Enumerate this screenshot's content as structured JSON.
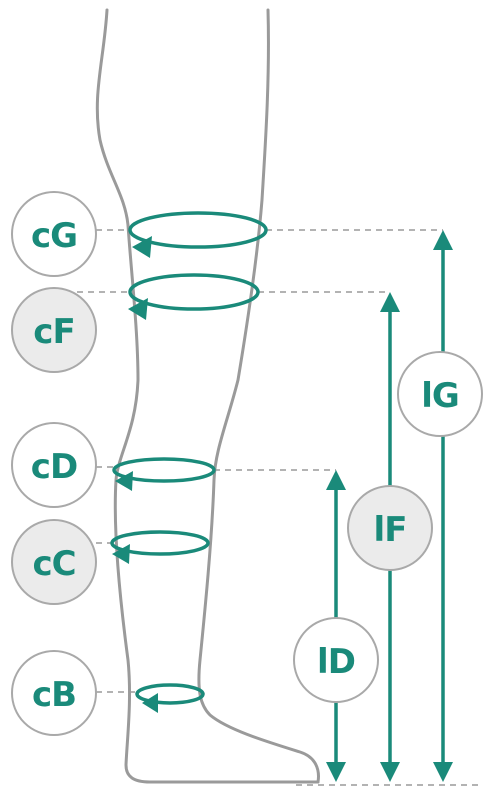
{
  "diagram": {
    "colors": {
      "accent": "#1a8a7a",
      "outline": "#9a9a9a",
      "badge_border": "#a9a9a9",
      "badge_grey_fill": "#ebebeb"
    },
    "circumference_labels": {
      "cG": "cG",
      "cF": "cF",
      "cD": "cD",
      "cC": "cC",
      "cB": "cB"
    },
    "length_labels": {
      "lG": "lG",
      "lF": "lF",
      "lD": "lD"
    }
  }
}
